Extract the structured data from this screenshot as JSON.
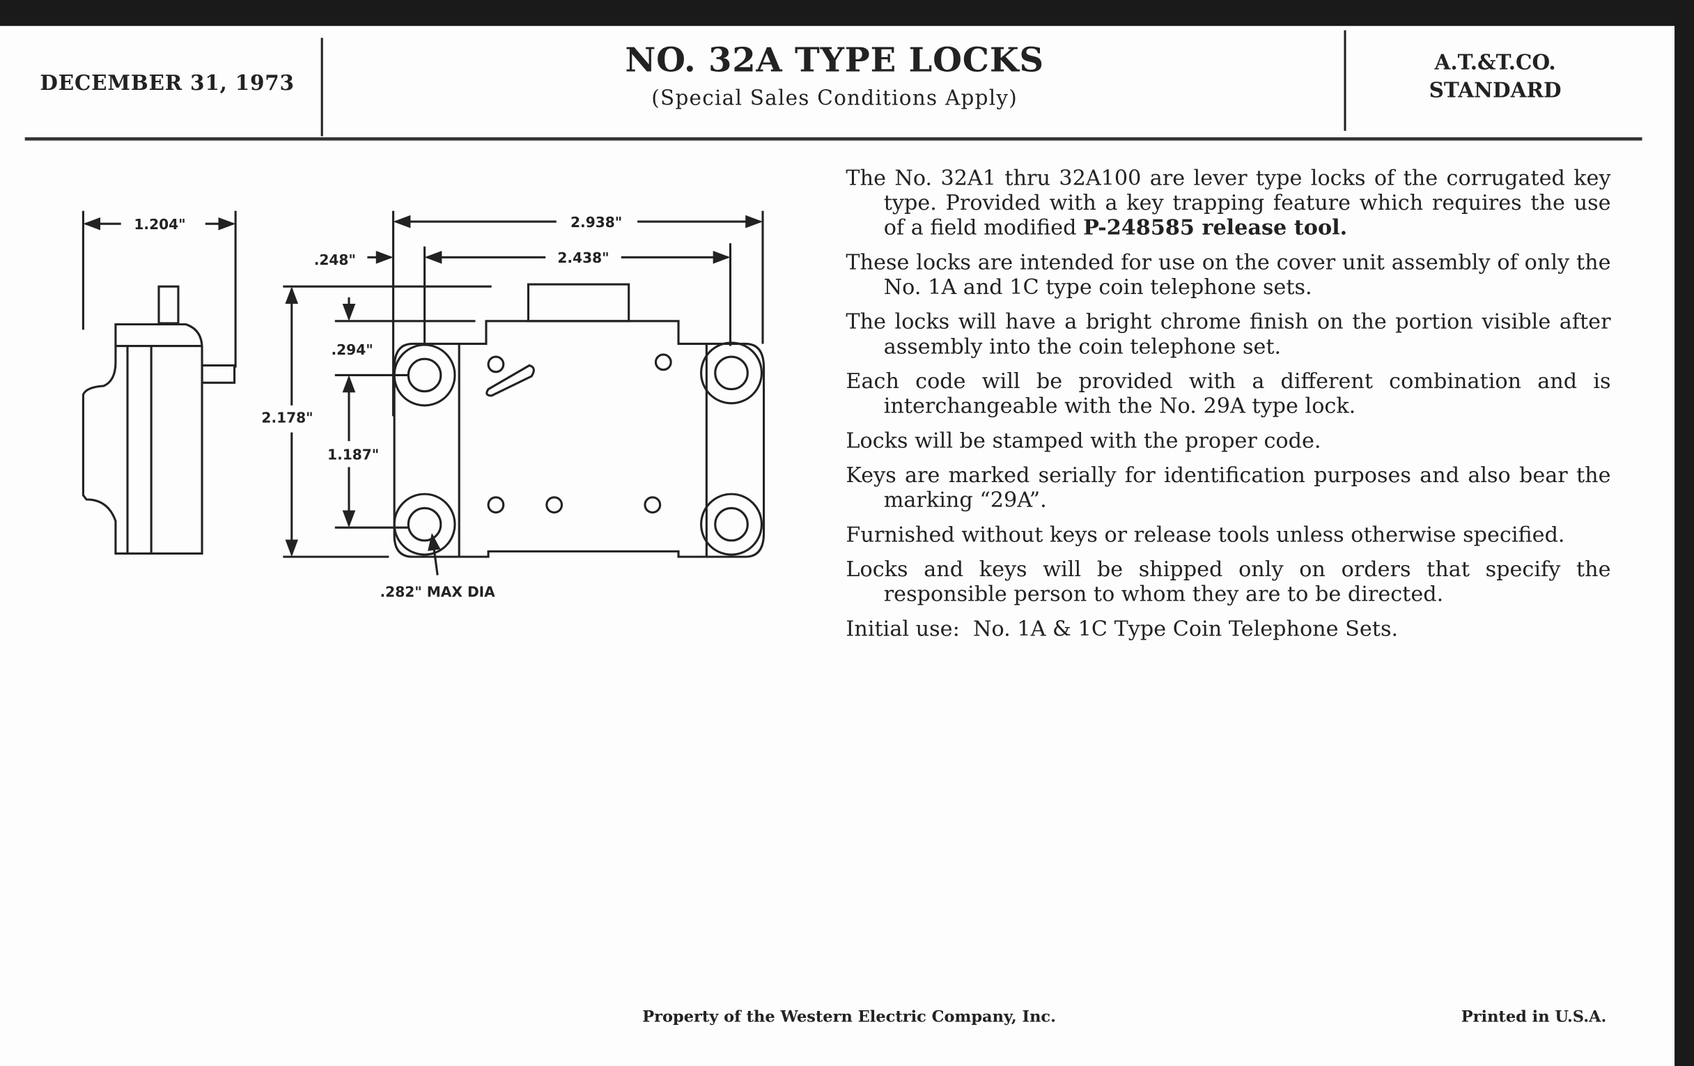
{
  "header": {
    "date": "DECEMBER 31, 1973",
    "title": "NO. 32A TYPE LOCKS",
    "subtitle": "(Special Sales Conditions Apply)",
    "standard_line1": "A.T.&T.CO.",
    "standard_line2": "STANDARD"
  },
  "drawing": {
    "side_width": "1.204\"",
    "overall_width": "2.938\"",
    "hole_spacing_width": "2.438\"",
    "edge_offset": ".248\"",
    "overall_height": "2.178\"",
    "top_offset": ".294\"",
    "hole_spacing_height": "1.187\"",
    "hole_diameter": ".282\" MAX DIA"
  },
  "body": {
    "p1_text": "The No. 32A1 thru 32A100 are lever type locks of the corrugated key type. Provided with a key trapping feature which requires the use of a field modified ",
    "p1_bold": "P-248585 release tool.",
    "p2": "These locks are intended for use on the cover unit assembly of only the No. 1A and 1C type coin telephone sets.",
    "p3": "The locks will have a bright chrome finish on the portion visible after assembly into the coin telephone set.",
    "p4": "Each code will be provided with a different combination and is interchangeable with the No. 29A type lock.",
    "p5": "Locks will be stamped with the proper code.",
    "p6": "Keys are marked serially for identification purposes and also bear the marking “29A”.",
    "p7": "Furnished without keys or release tools unless otherwise specified.",
    "p8": "Locks and keys will be shipped only on orders that specify the responsible person to whom they are to be directed.",
    "p9": "Initial use:  No. 1A & 1C Type Coin Telephone Sets."
  },
  "footer": {
    "property": "Property of the Western Electric Company, Inc.",
    "printed": "Printed in U.S.A."
  }
}
